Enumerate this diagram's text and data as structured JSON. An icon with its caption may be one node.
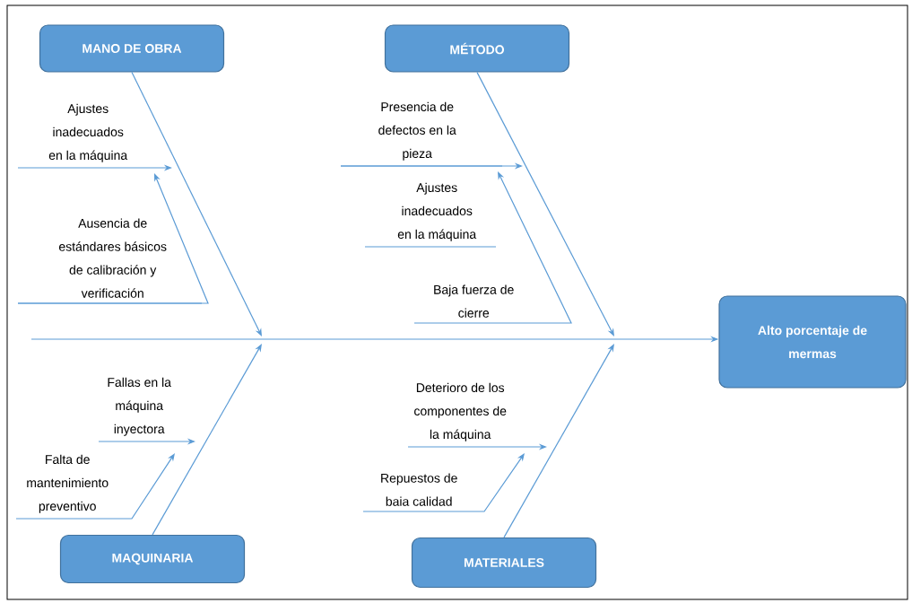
{
  "diagram": {
    "nodes": [
      {
        "text": [
          "MANO DE OBRA"
        ]
      },
      {
        "text": [
          "MÉTODO"
        ]
      },
      {
        "text": [
          "Ajustes inadecuados en la máquina"
        ]
      },
      {
        "text": [
          "Ausencia de estándares básicos de calibración y verificación"
        ]
      },
      {
        "text": [
          "Presencia de defectos en la pieza"
        ]
      },
      {
        "text": [
          "Ajustes inadecuados en la máquina"
        ]
      },
      {
        "text": [
          "Baja fuerza de cierre"
        ]
      },
      {
        "text": [
          "Alto porcentaje de mermas"
        ]
      },
      {
        "text": [
          "Fallas en la máquina inyectora"
        ]
      },
      {
        "text": [
          "Falta de mantenimiento preventivo"
        ]
      },
      {
        "text": [
          "Deterioro de los componentes de la máquina"
        ]
      },
      {
        "text": [
          "Repuestos de baia calidad"
        ]
      },
      {
        "text": [
          "MAQUINARIA"
        ]
      },
      {
        "text": [
          "MATERIALES"
        ]
      }
    ],
    "edges": [
      {
        "from": null,
        "to": 7,
        "arrow": "to"
      },
      {
        "from": 0,
        "to": null,
        "arrow": "to"
      },
      {
        "from": 1,
        "to": null,
        "arrow": "to"
      },
      {
        "from": 12,
        "to": null,
        "arrow": "to"
      },
      {
        "from": 13,
        "to": null,
        "arrow": "to"
      },
      {
        "from": 2,
        "to": null,
        "arrow": "to"
      },
      {
        "from": 3,
        "to": 2,
        "arrow": "to"
      },
      {
        "from": 4,
        "to": null,
        "arrow": "to"
      },
      {
        "from": 6,
        "to": 4,
        "arrow": "to"
      },
      {
        "from": 8,
        "to": null,
        "arrow": "to"
      },
      {
        "from": 9,
        "to": 8,
        "arrow": "to"
      },
      {
        "from": 10,
        "to": null,
        "arrow": "to"
      },
      {
        "from": 11,
        "to": 10,
        "arrow": "to"
      }
    ]
  }
}
